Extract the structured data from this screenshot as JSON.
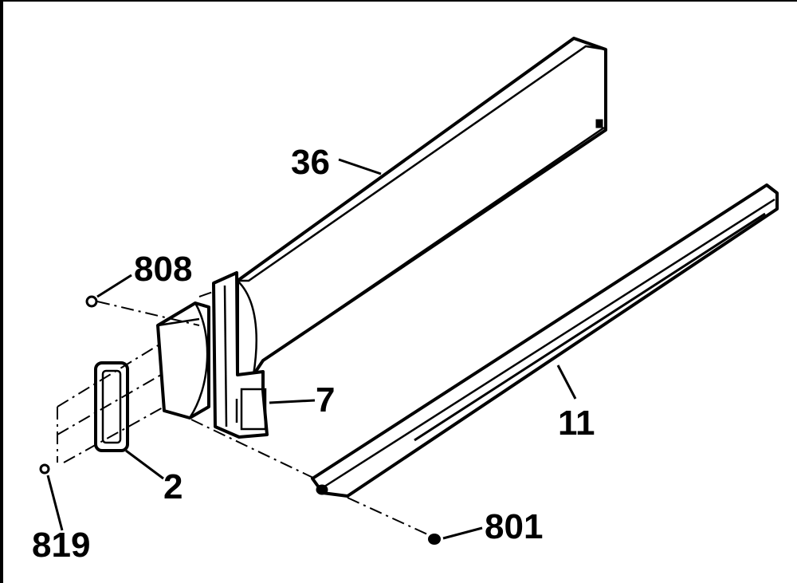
{
  "diagram": {
    "callouts": {
      "c36": "36",
      "c808": "808",
      "c7": "7",
      "c11": "11",
      "c2": "2",
      "c819": "819",
      "c801": "801"
    },
    "ink_color": "#000000",
    "paper_color": "#ffffff"
  }
}
